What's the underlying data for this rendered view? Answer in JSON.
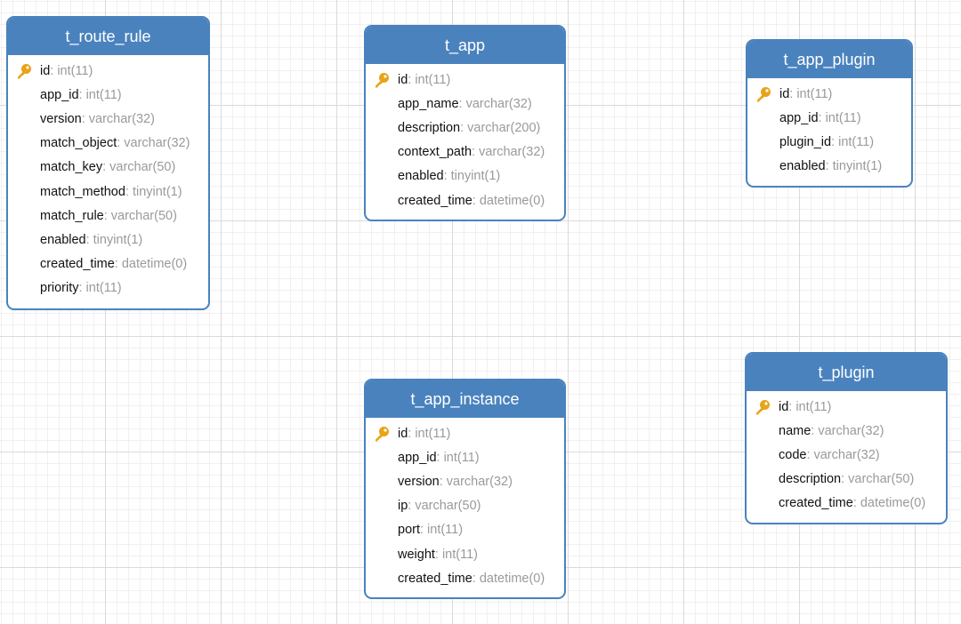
{
  "tables": {
    "route_rule": {
      "name": "t_route_rule",
      "columns": [
        {
          "name": "id",
          "sep": ":",
          "type": "int(11)",
          "icon": "key-icon"
        },
        {
          "name": "app_id",
          "sep": ":",
          "type": "int(11)"
        },
        {
          "name": "version",
          "sep": ":",
          "type": "varchar(32)"
        },
        {
          "name": "match_object",
          "sep": ":",
          "type": "varchar(32)"
        },
        {
          "name": "match_key",
          "sep": ":",
          "type": "varchar(50)"
        },
        {
          "name": "match_method",
          "sep": ":",
          "type": "tinyint(1)"
        },
        {
          "name": "match_rule",
          "sep": ":",
          "type": "varchar(50)"
        },
        {
          "name": "enabled",
          "sep": ":",
          "type": "tinyint(1)"
        },
        {
          "name": "created_time",
          "sep": ":",
          "type": "datetime(0)"
        },
        {
          "name": "priority",
          "sep": ":",
          "type": "int(11)"
        }
      ]
    },
    "app": {
      "name": "t_app",
      "columns": [
        {
          "name": "id",
          "sep": ":",
          "type": "int(11)",
          "icon": "key-icon"
        },
        {
          "name": "app_name",
          "sep": ":",
          "type": "varchar(32)"
        },
        {
          "name": "description",
          "sep": ":",
          "type": "varchar(200)"
        },
        {
          "name": "context_path",
          "sep": ":",
          "type": "varchar(32)"
        },
        {
          "name": "enabled",
          "sep": ":",
          "type": "tinyint(1)"
        },
        {
          "name": "created_time",
          "sep": ":",
          "type": "datetime(0)"
        }
      ]
    },
    "app_plugin": {
      "name": "t_app_plugin",
      "columns": [
        {
          "name": "id",
          "sep": ":",
          "type": "int(11)",
          "icon": "key-icon"
        },
        {
          "name": "app_id",
          "sep": ":",
          "type": "int(11)"
        },
        {
          "name": "plugin_id",
          "sep": ":",
          "type": "int(11)"
        },
        {
          "name": "enabled",
          "sep": ":",
          "type": "tinyint(1)"
        }
      ]
    },
    "app_instance": {
      "name": "t_app_instance",
      "columns": [
        {
          "name": "id",
          "sep": ":",
          "type": "int(11)",
          "icon": "key-icon"
        },
        {
          "name": "app_id",
          "sep": ":",
          "type": "int(11)"
        },
        {
          "name": "version",
          "sep": ":",
          "type": "varchar(32)"
        },
        {
          "name": "ip",
          "sep": ":",
          "type": "varchar(50)"
        },
        {
          "name": "port",
          "sep": ":",
          "type": "int(11)"
        },
        {
          "name": "weight",
          "sep": ":",
          "type": "int(11)"
        },
        {
          "name": "created_time",
          "sep": ":",
          "type": "datetime(0)"
        }
      ]
    },
    "plugin": {
      "name": "t_plugin",
      "columns": [
        {
          "name": "id",
          "sep": ":",
          "type": "int(11)",
          "icon": "key-icon"
        },
        {
          "name": "name",
          "sep": ":",
          "type": "varchar(32)"
        },
        {
          "name": "code",
          "sep": ":",
          "type": "varchar(32)"
        },
        {
          "name": "description",
          "sep": ":",
          "type": "varchar(50)"
        },
        {
          "name": "created_time",
          "sep": ":",
          "type": "datetime(0)"
        }
      ]
    }
  },
  "colors": {
    "header": "#4a82be",
    "key": "#e8a317",
    "column_name": "#111111",
    "column_type": "#9a9a9a"
  }
}
